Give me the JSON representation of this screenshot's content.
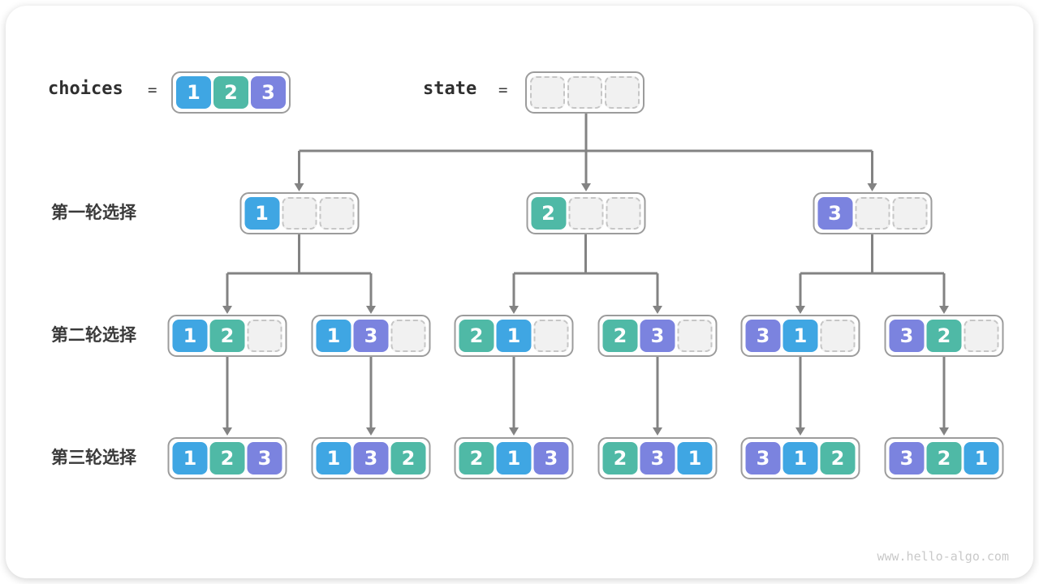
{
  "watermark": "www.hello-algo.com",
  "header": {
    "choices_label": "choices",
    "choices_equals": "=",
    "choices_values": [
      "1",
      "2",
      "3"
    ],
    "state_label": "state",
    "state_equals": "=",
    "state_slots": 3
  },
  "row_labels": [
    "第一轮选择",
    "第二轮选择",
    "第三轮选择"
  ],
  "colors": {
    "value_1": "#3fa6e3",
    "value_2": "#4fb9a6",
    "value_3": "#7b83df",
    "connector": "#838383",
    "node_border": "#9c9c9c",
    "empty_fill": "#f1f1f1",
    "empty_border": "#c6c6c6",
    "label_text": "#3a3a3a",
    "cell_text": "#ffffff",
    "watermark_text": "#c9c9c9"
  },
  "tree": {
    "slots_per_node": 3,
    "levels": [
      {
        "name": "round-1",
        "nodes": [
          [
            "1"
          ],
          [
            "2"
          ],
          [
            "3"
          ]
        ]
      },
      {
        "name": "round-2",
        "nodes": [
          [
            "1",
            "2"
          ],
          [
            "1",
            "3"
          ],
          [
            "2",
            "1"
          ],
          [
            "2",
            "3"
          ],
          [
            "3",
            "1"
          ],
          [
            "3",
            "2"
          ]
        ]
      },
      {
        "name": "round-3",
        "nodes": [
          [
            "1",
            "2",
            "3"
          ],
          [
            "1",
            "3",
            "2"
          ],
          [
            "2",
            "1",
            "3"
          ],
          [
            "2",
            "3",
            "1"
          ],
          [
            "3",
            "1",
            "2"
          ],
          [
            "3",
            "2",
            "1"
          ]
        ]
      }
    ]
  }
}
